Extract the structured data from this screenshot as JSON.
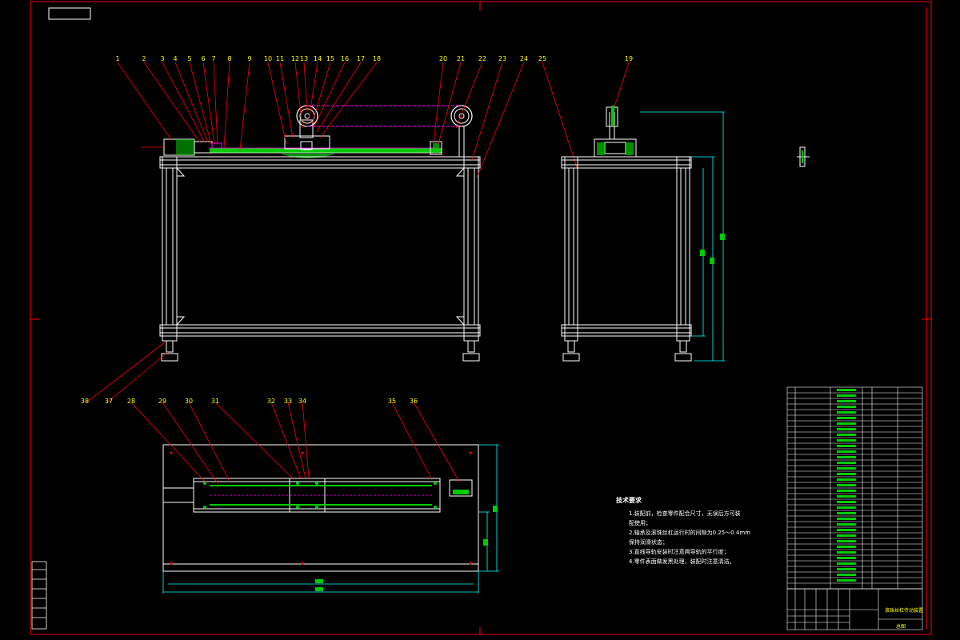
{
  "drawing": {
    "leaders_top": [
      "1",
      "2",
      "3",
      "4",
      "5",
      "6",
      "7",
      "8",
      "9",
      "10",
      "11",
      "12",
      "13",
      "14",
      "15",
      "16",
      "17",
      "18",
      "20",
      "21",
      "22",
      "23",
      "24",
      "25"
    ],
    "leader_side": "19",
    "leaders_bottom": [
      "28",
      "29",
      "30",
      "31",
      "32",
      "33",
      "34",
      "35",
      "36"
    ],
    "leaders_frame_bottom": [
      "38",
      "37"
    ]
  },
  "tech_requirements": {
    "title": "技术要求",
    "lines": [
      "1.装配前，检查零件配合尺寸，无误后方可装",
      "配使用；",
      "2.轴承及滚珠丝杠运行时的间隙为0.25～0.4mm",
      "保持润滑状态；",
      "3.直线导轨安装时注意两导轨的平行度；",
      "4.零件表面做发黑处理，装配时注意清洁。"
    ]
  },
  "title_block": {
    "drawing_name": "滚珠丝杠传动装置",
    "footer_label": "总图"
  }
}
